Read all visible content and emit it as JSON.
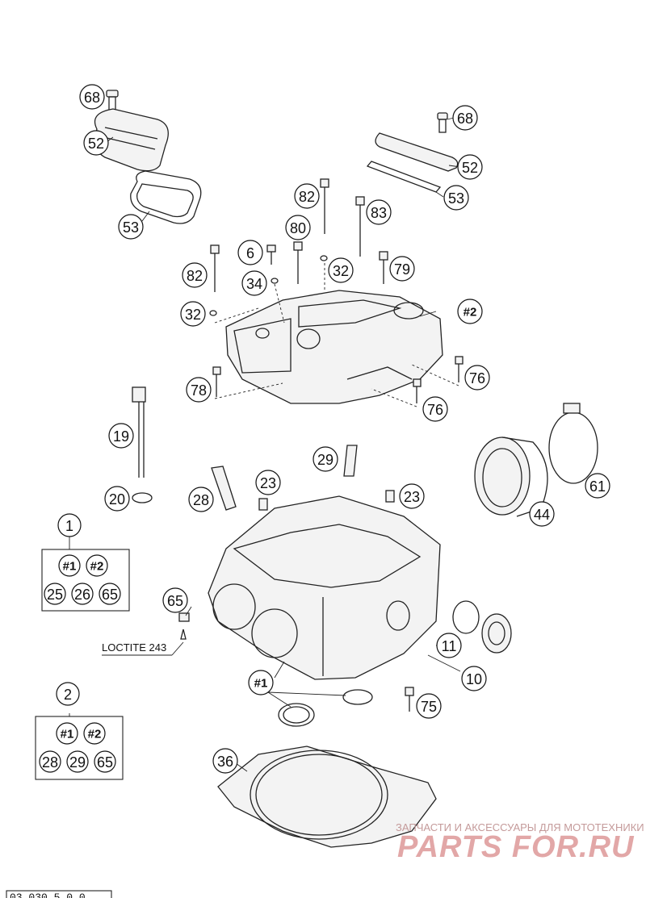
{
  "callouts": {
    "c68a": "68",
    "c52a": "52",
    "c53a": "53",
    "c68b": "68",
    "c52b": "52",
    "c53b": "53",
    "c82a": "82",
    "c83": "83",
    "c80": "80",
    "c6": "6",
    "c32a": "32",
    "c79": "79",
    "c82b": "82",
    "c34": "34",
    "c32b": "32",
    "c2ref": "#2",
    "c76a": "76",
    "c78": "78",
    "c76b": "76",
    "c19": "19",
    "c29": "29",
    "c61": "61",
    "c23a": "23",
    "c23b": "23",
    "c20": "20",
    "c28": "28",
    "c44": "44",
    "c1": "1",
    "c65": "65",
    "c11": "11",
    "c10": "10",
    "c1ref": "#1",
    "c75": "75",
    "c2": "2",
    "c36": "36"
  },
  "kit1": {
    "items": [
      "#1",
      "#2",
      "25",
      "26",
      "65"
    ]
  },
  "kit2": {
    "items": [
      "#1",
      "#2",
      "28",
      "29",
      "65"
    ]
  },
  "loctite_label": "LOCTITE 243",
  "watermark": {
    "tagline": "ЗАПЧАСТИ И АКСЕССУАРЫ ДЛЯ МОТОТЕХНИКИ",
    "logo": "PARTS FOR.RU"
  },
  "drawing_code": "03.030.5.0.0",
  "colors": {
    "line": "#222222",
    "watermark": "#e2a7a7"
  }
}
